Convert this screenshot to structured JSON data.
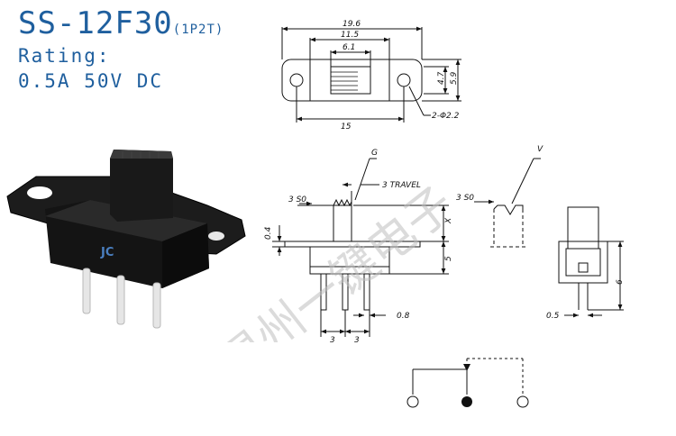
{
  "header": {
    "model": "SS-12F30",
    "config": "(1P2T)",
    "rating_label": "Rating:",
    "rating_value": "0.5A  50V  DC"
  },
  "top_view": {
    "overall": "19.6",
    "frame": "11.5",
    "slot": "6.1",
    "height_inner": "4.7",
    "height_outer": "5.9",
    "hole_pitch": "15",
    "hole_spec": "2-Φ2.2"
  },
  "front_view": {
    "g": "G",
    "travel": "3 TRAVEL",
    "lever_angle": "3 S0",
    "lever_height": "X",
    "plate": "0.4",
    "body_height": "5",
    "pin_width": "0.8",
    "pin_pitch_1": "3",
    "pin_pitch_2": "3"
  },
  "v_detail": {
    "v": "V",
    "angle": "3 S0"
  },
  "side_view": {
    "height": "6",
    "pin": "0.5"
  },
  "photo": {
    "logo": "JC"
  },
  "watermark": "温州一键电子",
  "colors": {
    "title": "#1f5f9e",
    "line": "#111111",
    "body": "#141414"
  }
}
